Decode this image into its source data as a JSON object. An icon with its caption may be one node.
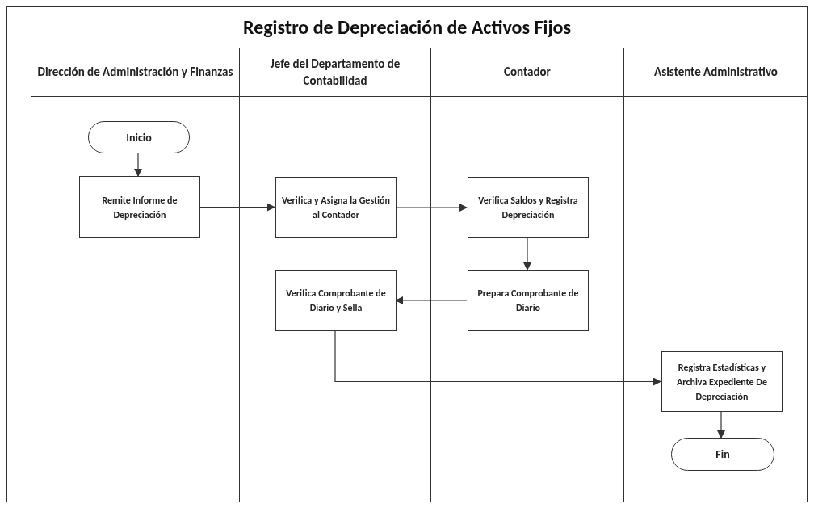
{
  "diagram": {
    "title": "Registro de Depreciación de Activos Fijos",
    "nodes": [
      {
        "text": [
          "Dirección de Administración y Finanzas"
        ]
      },
      {
        "text": [
          "Jefe del Departamento de Contabilidad"
        ]
      },
      {
        "text": [
          "Contador"
        ]
      },
      {
        "text": [
          "Asistente Administrativo"
        ]
      },
      {
        "text": [
          "Inicio"
        ],
        "in": 0
      },
      {
        "text": [
          "Remite Informe de Depreciación"
        ],
        "in": 0
      },
      {
        "text": [
          "Verifica y Asigna la Gestión al Contador"
        ],
        "in": 1
      },
      {
        "text": [
          "Verifica Saldos y Registra Depreciación"
        ],
        "in": 2
      },
      {
        "text": [
          "Verifica Comprobante de Diario y Sella"
        ],
        "in": 1
      },
      {
        "text": [
          "Prepara Comprobante de Diario"
        ],
        "in": 2
      },
      {
        "text": [
          "Registra Estadísticas y Archiva Expediente De Depreciación"
        ],
        "in": 3
      },
      {
        "text": [
          "Fin"
        ],
        "in": 3
      }
    ],
    "edges": [
      {
        "from": 4,
        "to": 5,
        "arrow": "to"
      },
      {
        "from": 5,
        "to": 6,
        "arrow": "to"
      },
      {
        "from": 6,
        "to": 7,
        "arrow": "to"
      },
      {
        "from": 7,
        "to": 9,
        "arrow": "to"
      },
      {
        "from": 9,
        "to": 8,
        "arrow": "to"
      },
      {
        "from": 8,
        "to": 10,
        "arrow": "to"
      },
      {
        "from": 10,
        "to": 11,
        "arrow": "to"
      }
    ]
  }
}
